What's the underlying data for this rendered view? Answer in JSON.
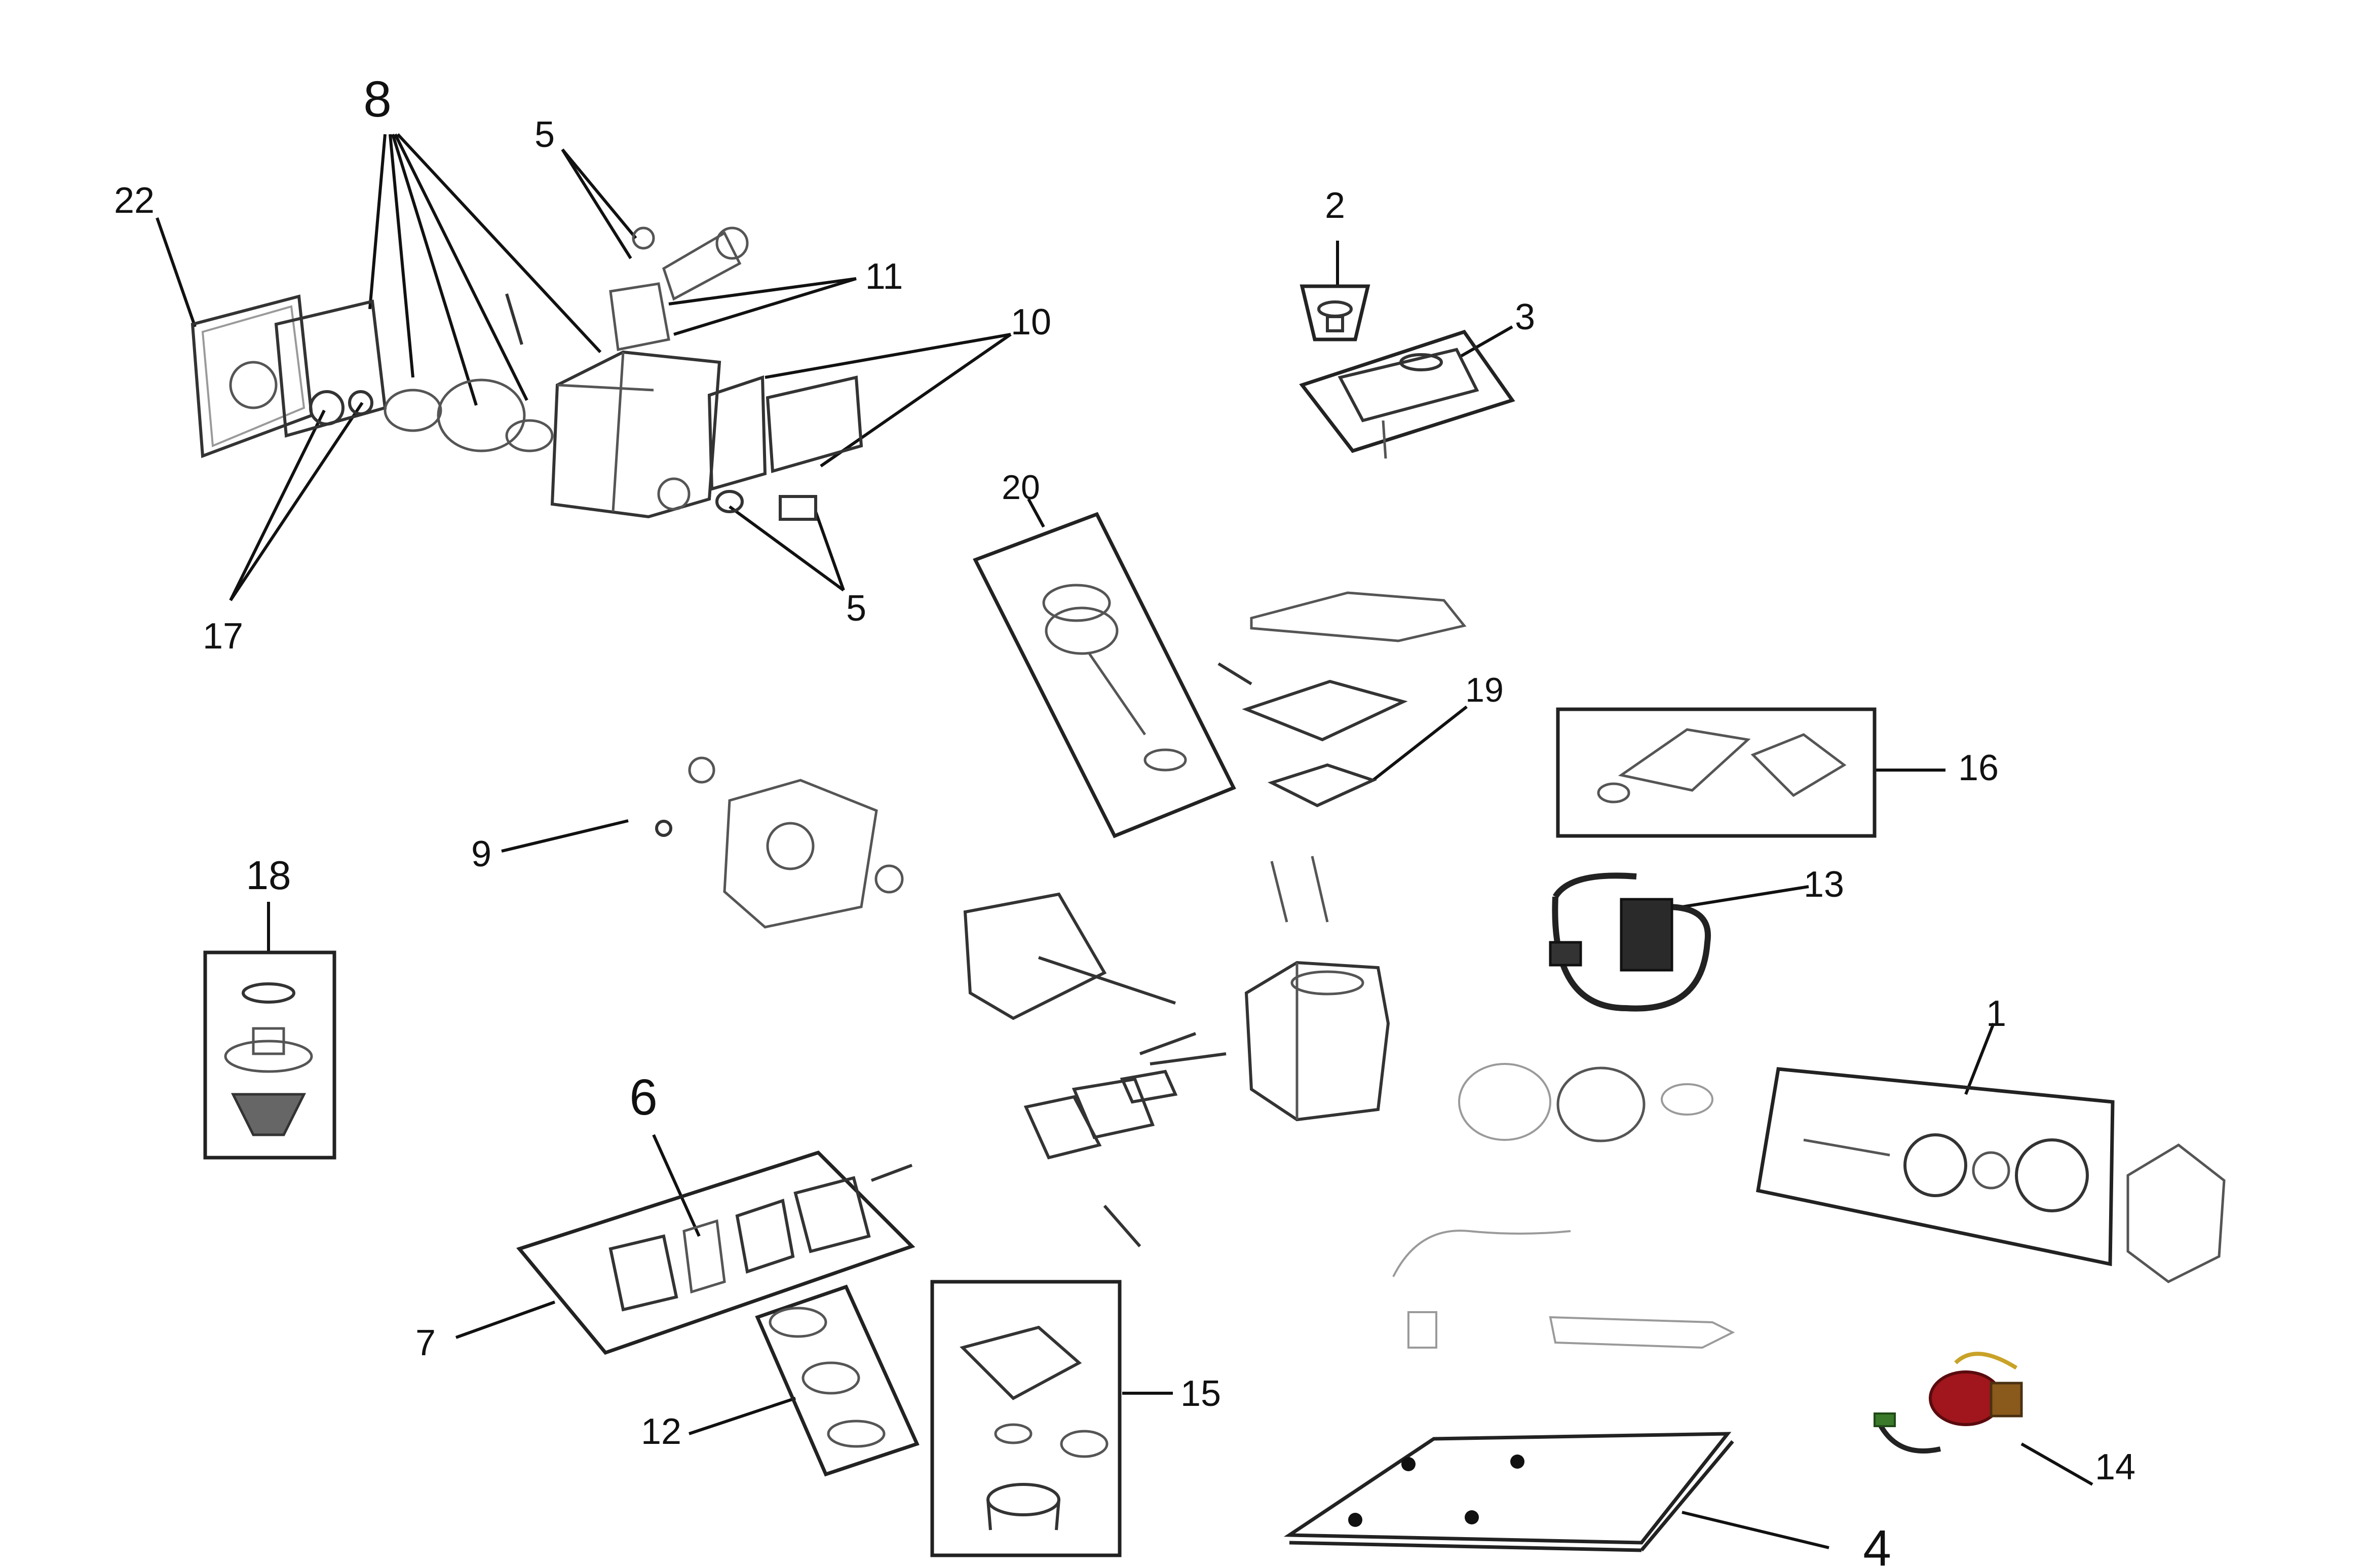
{
  "callouts": [
    {
      "id": "1",
      "label": "1"
    },
    {
      "id": "2",
      "label": "2"
    },
    {
      "id": "3",
      "label": "3"
    },
    {
      "id": "4",
      "label": "4"
    },
    {
      "id": "5a",
      "label": "5"
    },
    {
      "id": "5b",
      "label": "5"
    },
    {
      "id": "6",
      "label": "6"
    },
    {
      "id": "7",
      "label": "7"
    },
    {
      "id": "8",
      "label": "8"
    },
    {
      "id": "9",
      "label": "9"
    },
    {
      "id": "10",
      "label": "10"
    },
    {
      "id": "11",
      "label": "11"
    },
    {
      "id": "12",
      "label": "12"
    },
    {
      "id": "13",
      "label": "13"
    },
    {
      "id": "14",
      "label": "14"
    },
    {
      "id": "15",
      "label": "15"
    },
    {
      "id": "16",
      "label": "16"
    },
    {
      "id": "17",
      "label": "17"
    },
    {
      "id": "18",
      "label": "18"
    },
    {
      "id": "19",
      "label": "19"
    },
    {
      "id": "20",
      "label": "20"
    },
    {
      "id": "22",
      "label": "22"
    }
  ],
  "colors": {
    "background": "#ffffff",
    "line": "#111111",
    "part_outline": "#555555",
    "switch_red": "#a0161c",
    "wire_dark": "#222222",
    "wire_yellow": "#c9a227",
    "wire_green": "#3a7a2a"
  }
}
